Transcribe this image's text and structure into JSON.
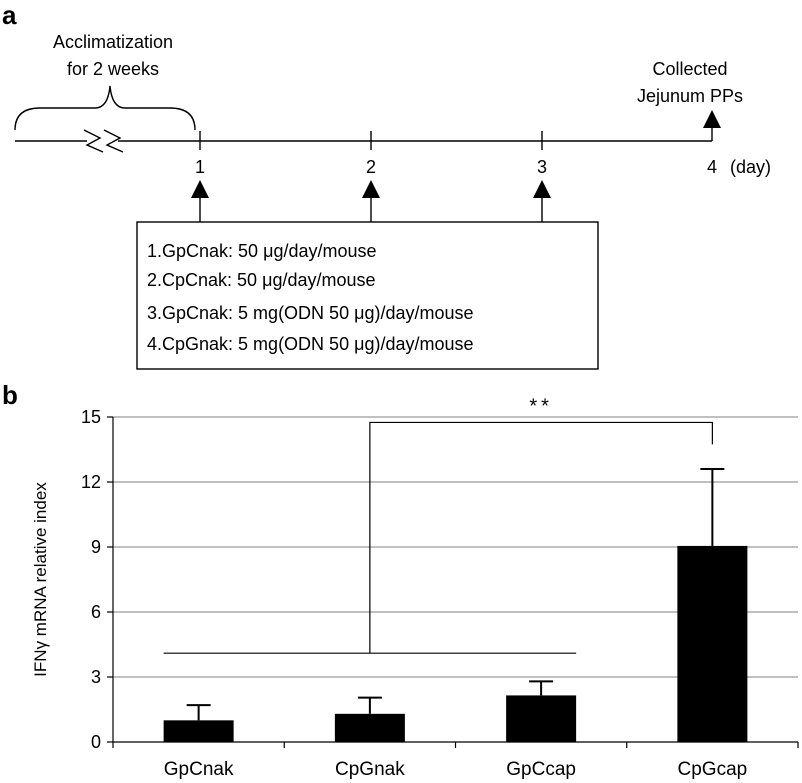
{
  "panel_a": {
    "label": "a",
    "acclimatization_line1": "Acclimatization",
    "acclimatization_line2": "for 2 weeks",
    "collected_line1": "Collected",
    "collected_line2": "Jejunum PPs",
    "day_ticks": [
      "1",
      "2",
      "3",
      "4"
    ],
    "day_unit": "(day)",
    "treatments": [
      "1.GpCnak: 50 μg/day/mouse",
      "2.CpCnak: 50 μg/day/mouse",
      "3.GpCnak: 5 mg(ODN 50 μg)/day/mouse",
      "4.CpGnak: 5 mg(ODN 50 μg)/day/mouse"
    ]
  },
  "panel_b": {
    "label": "b",
    "significance": "**"
  },
  "chart_data": {
    "type": "bar",
    "title": "",
    "xlabel": "",
    "ylabel": "IFNγ mRNA relative index",
    "categories": [
      "GpCnak",
      "CpGnak",
      "GpCcap",
      "CpGcap"
    ],
    "values": [
      1.0,
      1.3,
      2.15,
      9.05
    ],
    "error_upper": [
      0.7,
      0.75,
      0.65,
      3.55
    ],
    "ylim": [
      0,
      15
    ],
    "yticks": [
      "0",
      "3",
      "6",
      "9",
      "12",
      "15"
    ],
    "grid": true,
    "bar_color": "#000000"
  }
}
